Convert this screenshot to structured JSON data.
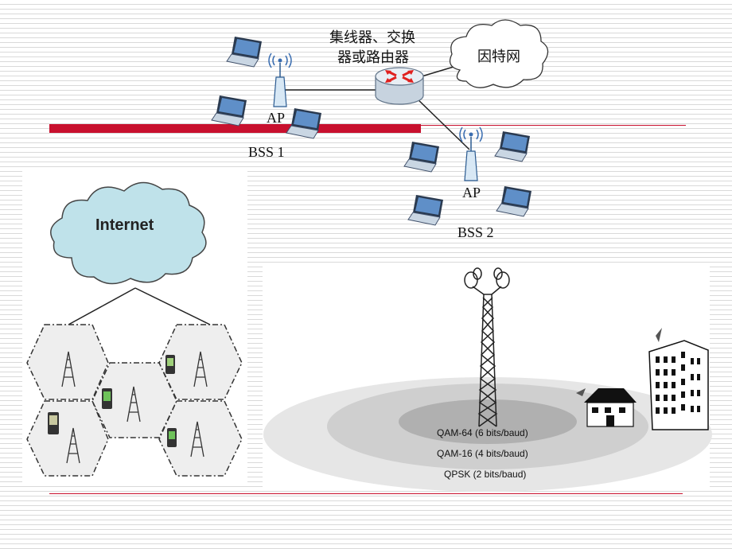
{
  "wlan": {
    "router_label_line1": "集线器、交换",
    "router_label_line2": "器或路由器",
    "cloud_label": "因特网",
    "ap1_label": "AP",
    "ap2_label": "AP",
    "bss1_label": "BSS 1",
    "bss2_label": "BSS 2"
  },
  "cellular": {
    "cloud_label": "Internet"
  },
  "wimax": {
    "rings": [
      {
        "label": "QAM-64 (6 bits/baud)",
        "color": "#b0b0b0"
      },
      {
        "label": "QAM-16 (4 bits/baud)",
        "color": "#cfcfcf"
      },
      {
        "label": "QPSK (2 bits/baud)",
        "color": "#e6e6e6"
      }
    ]
  },
  "colors": {
    "accent_bar": "#c8102e",
    "background_line": "#d9d9d9",
    "cloud_fill": "#bfe2ea",
    "router_arrow": "#e0201e"
  }
}
